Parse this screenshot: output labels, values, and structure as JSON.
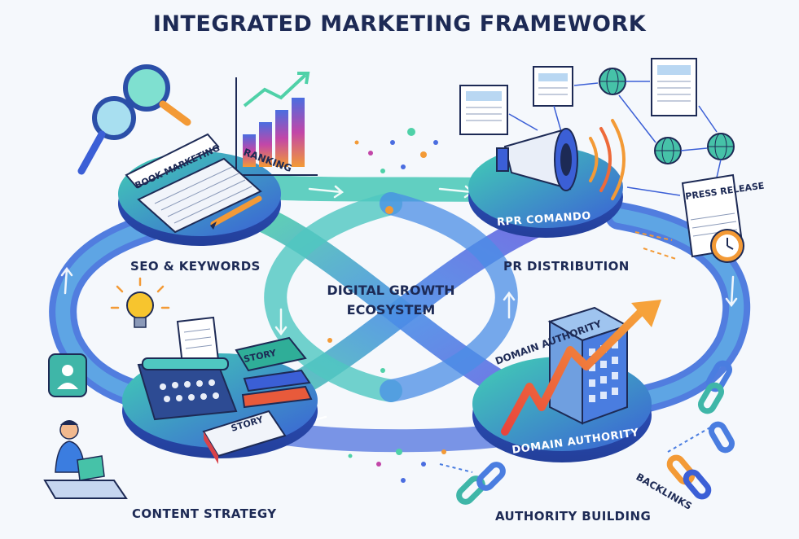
{
  "title": "INTEGRATED MARKETING FRAMEWORK",
  "center": {
    "line1": "DIGITAL GROWTH",
    "line2": "ECOSYSTEM"
  },
  "nodes": {
    "seo": {
      "label": "SEO & KEYWORDS",
      "card": "BOOK MARKETING",
      "tag": "RANKING"
    },
    "pr": {
      "label": "PR DISTRIBUTION",
      "disc": "RPR COMANDO",
      "doc": "PRESS RELEASE"
    },
    "content": {
      "label": "CONTENT STRATEGY",
      "book1": "STORY",
      "book2": "STORY"
    },
    "authority": {
      "label": "AUTHORITY BUILDING",
      "disc": "DOMAIN AUTHORITY",
      "tag": "DOMAIN AUTHORITY",
      "side": "BACKLINKS"
    }
  },
  "icons": [
    "magnifier-icon",
    "bar-chart-icon",
    "keyboard-icon",
    "pencil-icon",
    "newspaper-icon",
    "globe-icon",
    "megaphone-icon",
    "clock-icon",
    "lightbulb-icon",
    "typewriter-icon",
    "book-icon",
    "building-icon",
    "trend-arrow-icon",
    "chain-link-icon",
    "chat-user-icon",
    "reader-person-icon"
  ],
  "colors": {
    "title": "#1d2a55",
    "path_blue": "#4a7de0",
    "path_green": "#4fd1a8",
    "disc_blue": "#3e63d8",
    "disc_teal": "#37c6b0",
    "accent_orange": "#f39a36"
  }
}
